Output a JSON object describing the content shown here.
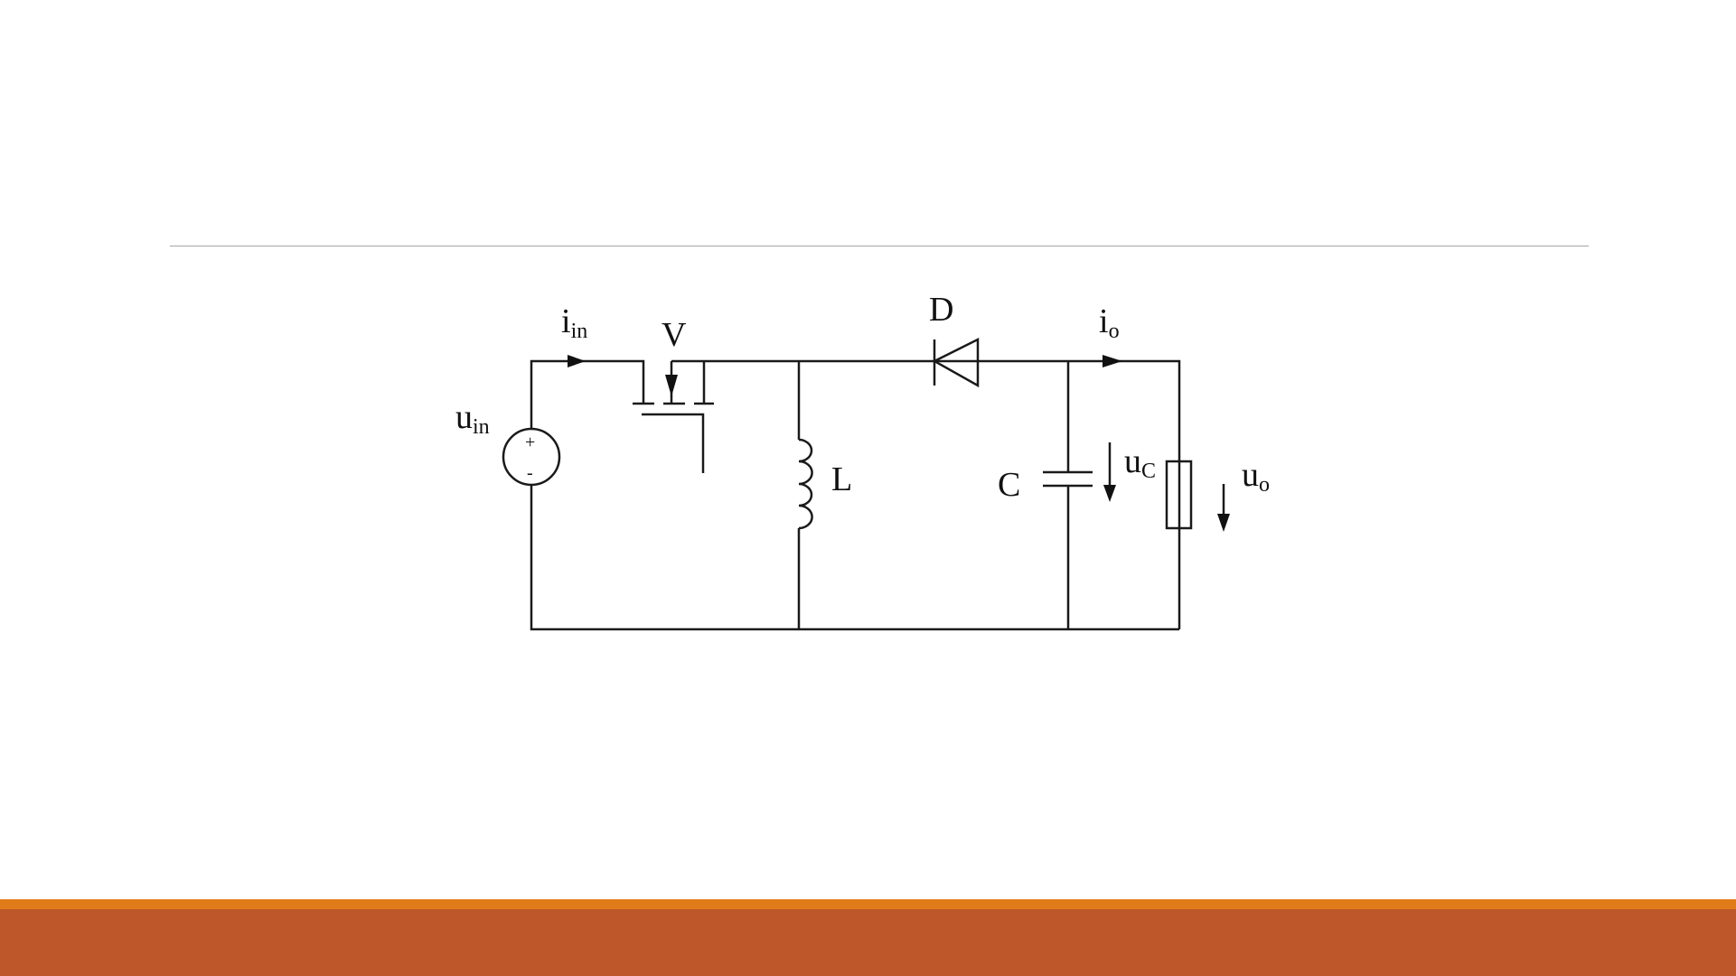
{
  "diagram": {
    "labels": {
      "input_current": {
        "main": "i",
        "sub": "in"
      },
      "input_voltage": {
        "main": "u",
        "sub": "in"
      },
      "switch": "V",
      "diode": "D",
      "output_current": {
        "main": "i",
        "sub": "o"
      },
      "inductor": "L",
      "capacitor": "C",
      "capacitor_voltage": {
        "main": "u",
        "sub": "C"
      },
      "output_voltage": {
        "main": "u",
        "sub": "o"
      },
      "source_plus": "+",
      "source_minus": "-"
    }
  },
  "theme": {
    "footer_orange": "#E07B1A",
    "footer_rust": "#BE582B",
    "rule_color": "#A6A6A6"
  }
}
